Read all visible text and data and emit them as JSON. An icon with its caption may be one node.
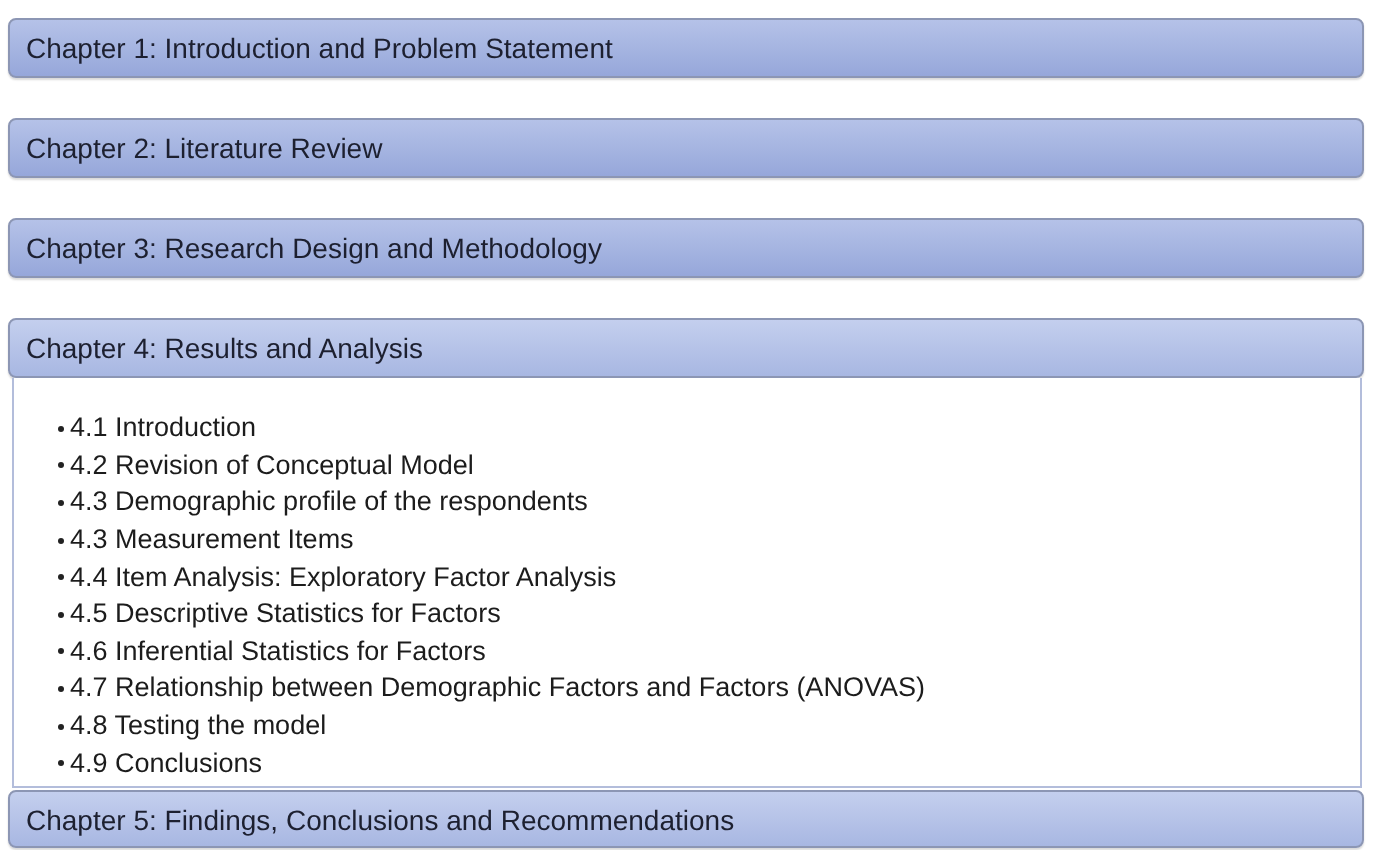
{
  "diagram": {
    "nodes": [
      {
        "text": [
          "Chapter 1: Introduction and Problem Statement"
        ]
      },
      {
        "text": [
          "Chapter 2: Literature Review"
        ]
      },
      {
        "text": [
          "Chapter 3: Research Design and Methodology"
        ]
      },
      {
        "text": [
          "Chapter 4: Results and Analysis"
        ]
      },
      {
        "text": [
          "4.1 Introduction",
          "4.2 Revision of Conceptual Model",
          "4.3 Demographic profile of the respondents",
          "4.3 Measurement Items",
          "4.4 Item Analysis: Exploratory Factor Analysis",
          "4.5 Descriptive Statistics for Factors",
          "4.6 Inferential Statistics for Factors",
          "4.7 Relationship between Demographic Factors and Factors (ANOVAS)",
          "4.8 Testing the model",
          "4.9 Conclusions"
        ]
      },
      {
        "text": [
          "Chapter 5: Findings, Conclusions and Recommendations"
        ]
      }
    ]
  }
}
